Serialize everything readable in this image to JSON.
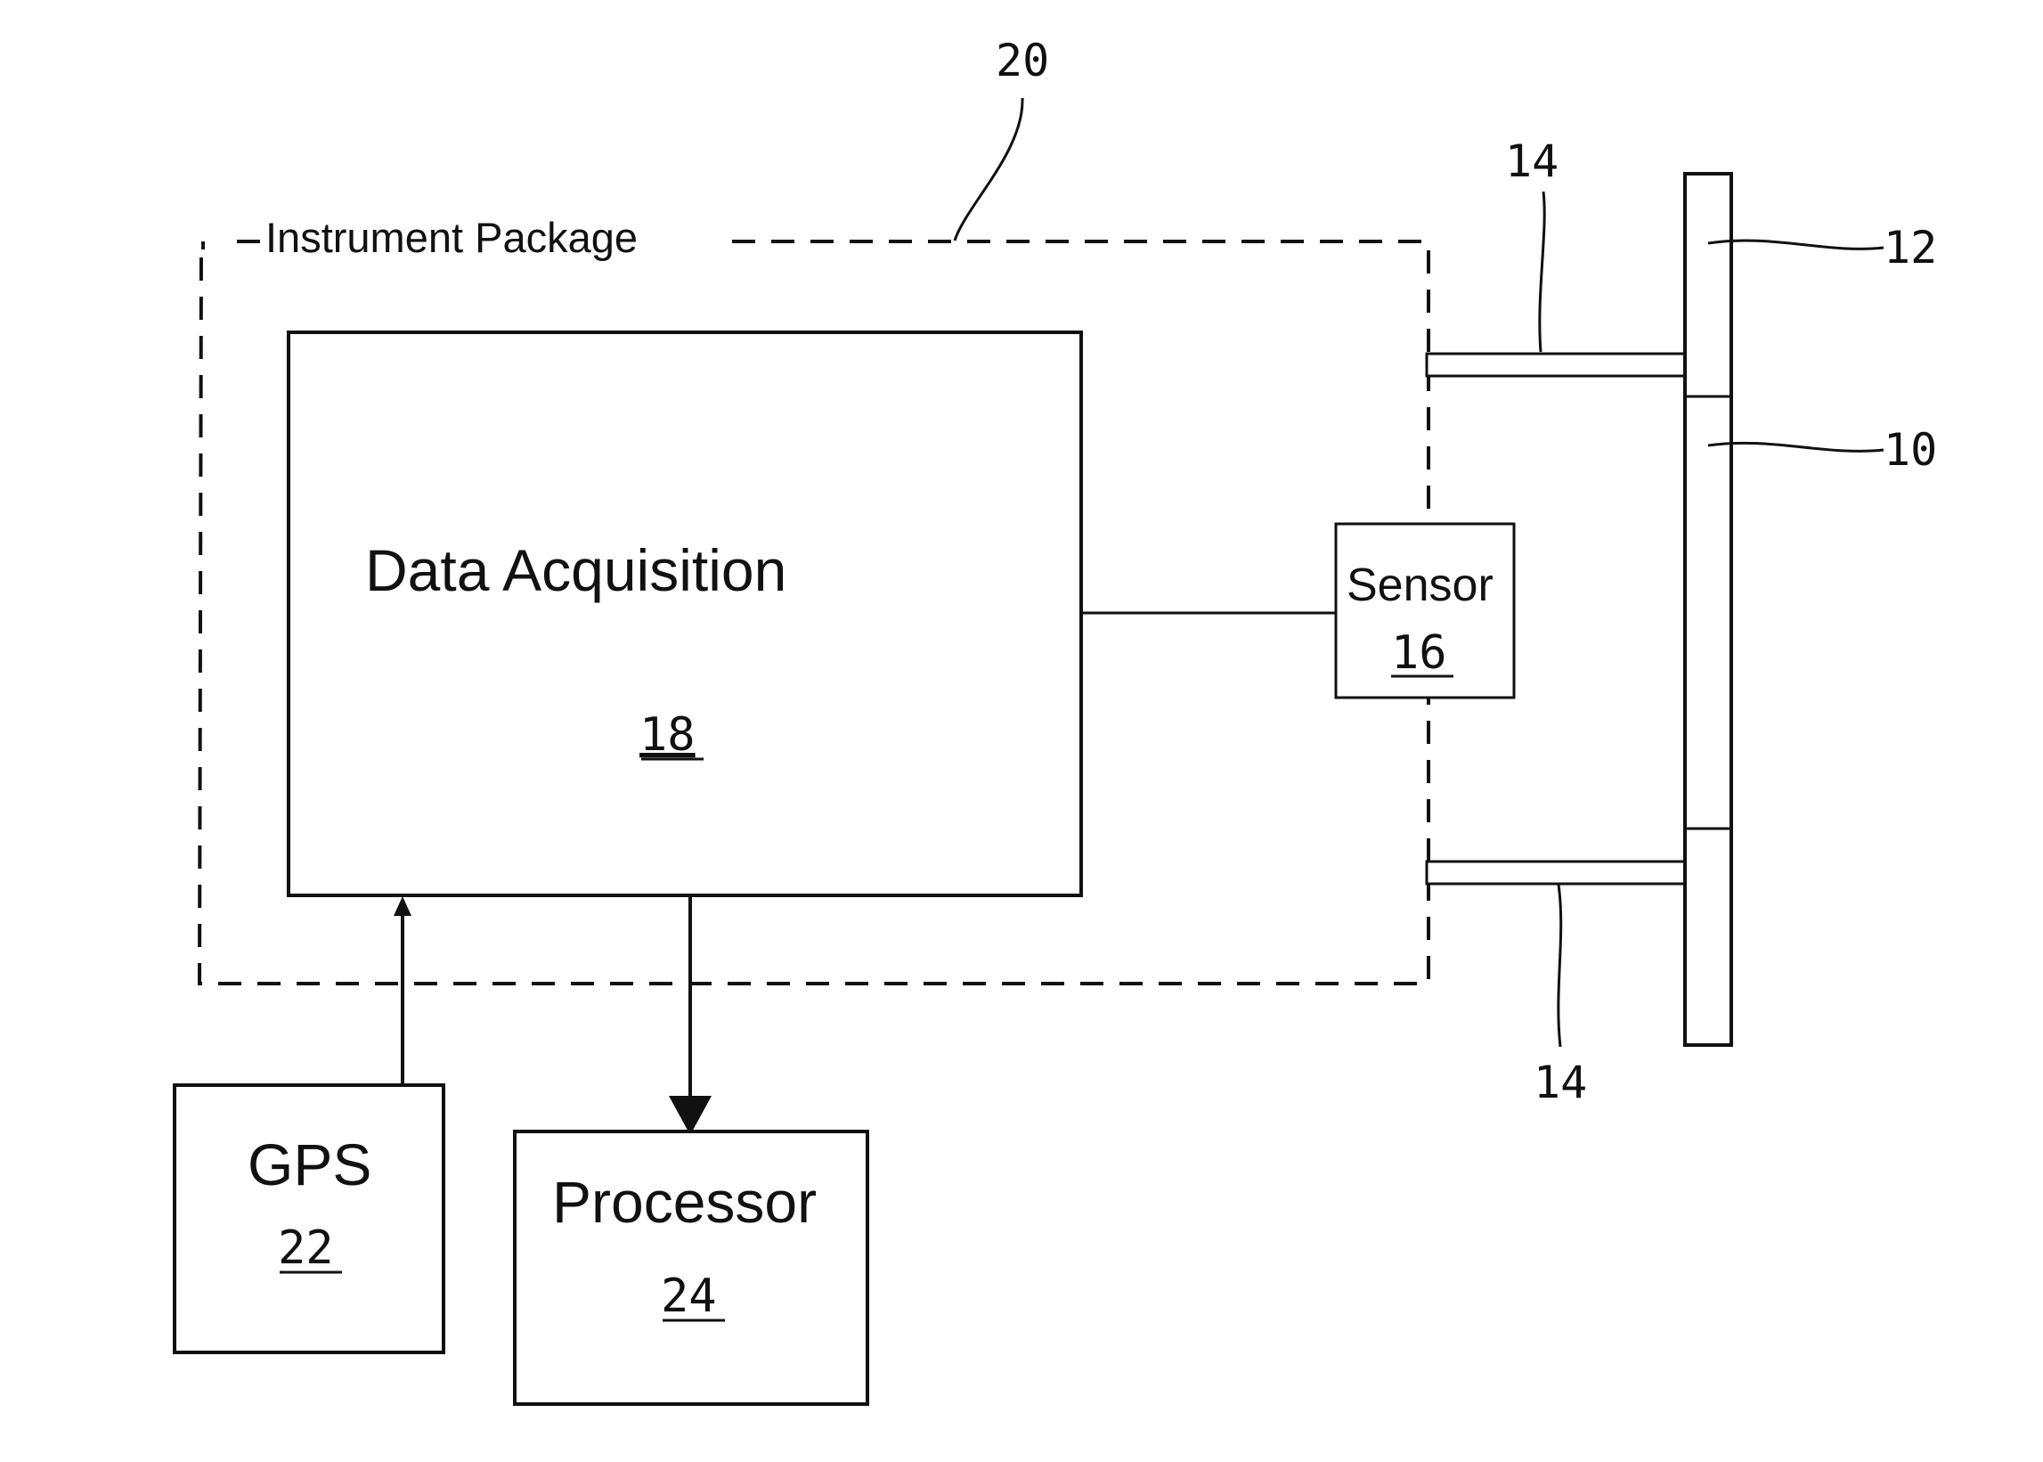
{
  "diagram": {
    "package": {
      "label": "Instrument Package",
      "ref": "20"
    },
    "data_acquisition": {
      "title": "Data Acquisition",
      "ref": "18"
    },
    "sensor": {
      "title": "Sensor",
      "ref": "16"
    },
    "gps": {
      "title": "GPS",
      "ref": "22"
    },
    "processor": {
      "title": "Processor",
      "ref": "24"
    },
    "structure": {
      "upper_ref": "12",
      "lower_ref": "10"
    },
    "mounts": {
      "upper_ref": "14",
      "lower_ref": "14"
    }
  }
}
